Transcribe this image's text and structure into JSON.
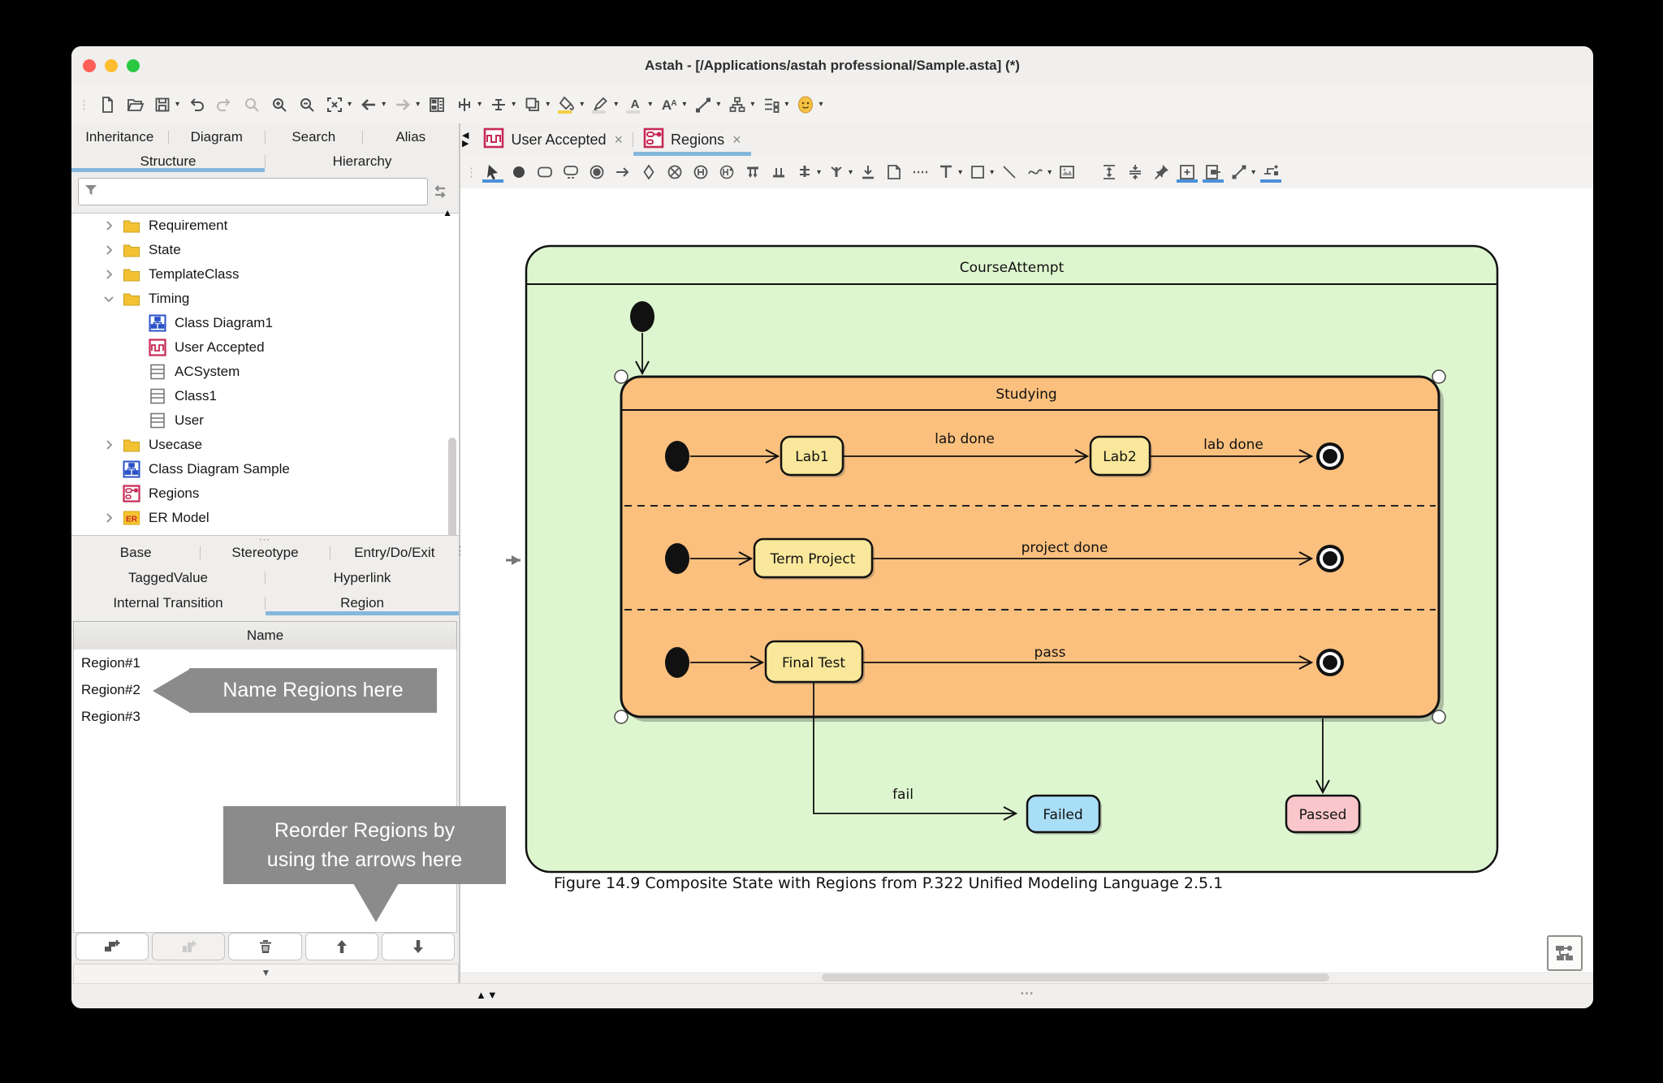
{
  "window": {
    "title": "Astah - [/Applications/astah professional/Sample.asta] (*)"
  },
  "ui": {
    "caret": "▾",
    "close": "×",
    "tab_scroll_left": "◀",
    "tab_scroll_right": "▶",
    "scroll_up": "▲",
    "collapse_down": "▼",
    "dots_h": "⋯",
    "dots_v": "⋮",
    "updown": "▲▼",
    "er_glyph": "ER"
  },
  "main_toolbar": {
    "icons": [
      "new-file",
      "open",
      "save",
      "undo",
      "redo",
      "find",
      "zoom-in",
      "zoom-out",
      "fit-view",
      "back",
      "forward",
      "diagram-editor",
      "align-width",
      "align-height",
      "copy-style",
      "fill-color",
      "line-color",
      "font-color",
      "font",
      "line-style",
      "hierarchy",
      "list-structure",
      "emoticon"
    ]
  },
  "left_panel": {
    "nav_tabs": [
      {
        "label": "Inheritance"
      },
      {
        "label": "Diagram"
      },
      {
        "label": "Search"
      },
      {
        "label": "Alias"
      }
    ],
    "view_tabs": [
      {
        "label": "Structure",
        "active": true
      },
      {
        "label": "Hierarchy",
        "active": false
      }
    ],
    "filter": {
      "value": ""
    },
    "tree": [
      {
        "label": "Requirement",
        "icon": "folder",
        "state": "collapsed",
        "level": 1
      },
      {
        "label": "State",
        "icon": "folder",
        "state": "collapsed",
        "level": 1
      },
      {
        "label": "TemplateClass",
        "icon": "folder",
        "state": "collapsed",
        "level": 1
      },
      {
        "label": "Timing",
        "icon": "folder",
        "state": "expanded",
        "level": 1
      },
      {
        "label": "Class Diagram1",
        "icon": "class-diagram",
        "level": 2
      },
      {
        "label": "User Accepted",
        "icon": "timing-diagram",
        "level": 2
      },
      {
        "label": "ACSystem",
        "icon": "class",
        "level": 2
      },
      {
        "label": "Class1",
        "icon": "class",
        "level": 2
      },
      {
        "label": "User",
        "icon": "class",
        "level": 2
      },
      {
        "label": "Usecase",
        "icon": "folder",
        "state": "collapsed",
        "level": 1
      },
      {
        "label": "Class Diagram Sample",
        "icon": "class-diagram",
        "level": 1
      },
      {
        "label": "Regions",
        "icon": "statechart-diagram",
        "level": 1
      },
      {
        "label": "ER Model",
        "icon": "er-model",
        "state": "collapsed",
        "level": 1
      }
    ],
    "property_tabs": [
      {
        "label": "Base"
      },
      {
        "label": "Stereotype"
      },
      {
        "label": "Entry/Do/Exit"
      },
      {
        "label": "TaggedValue"
      },
      {
        "label": "Hyperlink"
      },
      {
        "label": "Internal Transition"
      },
      {
        "label": "Region",
        "active": true
      }
    ],
    "region_table": {
      "header": "Name",
      "rows": [
        "Region#1",
        "Region#2",
        "Region#3"
      ]
    },
    "footer_buttons": [
      "add-region",
      "add-sub-region",
      "delete-region",
      "move-region-up",
      "move-region-down"
    ]
  },
  "annotations": {
    "name_regions": "Name Regions here",
    "reorder_line1": "Reorder Regions by",
    "reorder_line2": "using the arrows here"
  },
  "canvas": {
    "tabs": [
      {
        "label": "User Accepted",
        "icon": "timing-diagram",
        "active": false
      },
      {
        "label": "Regions",
        "icon": "statechart-diagram",
        "active": true
      }
    ],
    "draw_toolbar_icons": [
      "select",
      "initial-state",
      "state",
      "submachine-state",
      "final-state",
      "transition",
      "choice",
      "terminate",
      "shallow-history",
      "deep-history",
      "fork",
      "join",
      "fork-vertical",
      "join-vertical",
      "entry-point",
      "note",
      "note-anchor",
      "text",
      "rectangle",
      "line",
      "freehand",
      "image",
      "expand-vertical",
      "shrink-vertical",
      "pin",
      "add-frame",
      "add-port",
      "connector",
      "adjust"
    ],
    "caption": "Figure 14.9 Composite State with Regions from P.322 Unified Modeling Language 2.5.1"
  },
  "diagram": {
    "colors": {
      "container_fill": "#def6cf",
      "composite_fill": "#fbc07e",
      "state_fill": "#f9e89b",
      "failed_fill": "#a9def7",
      "passed_fill": "#f9c7cb"
    },
    "container_state": {
      "label": "CourseAttempt"
    },
    "composite_state": {
      "label": "Studying"
    },
    "regions": [
      {
        "states": [
          {
            "label": "Lab1"
          },
          {
            "label": "Lab2"
          }
        ],
        "transitions": [
          {
            "label": "lab done"
          },
          {
            "label": "lab done"
          }
        ]
      },
      {
        "states": [
          {
            "label": "Term Project"
          }
        ],
        "transitions": [
          {
            "label": "project done"
          }
        ]
      },
      {
        "states": [
          {
            "label": "Final Test"
          }
        ],
        "transitions": [
          {
            "label": "pass"
          }
        ]
      }
    ],
    "outer_states": [
      {
        "label": "Failed"
      },
      {
        "label": "Passed"
      }
    ],
    "fail_transition": {
      "label": "fail"
    }
  }
}
